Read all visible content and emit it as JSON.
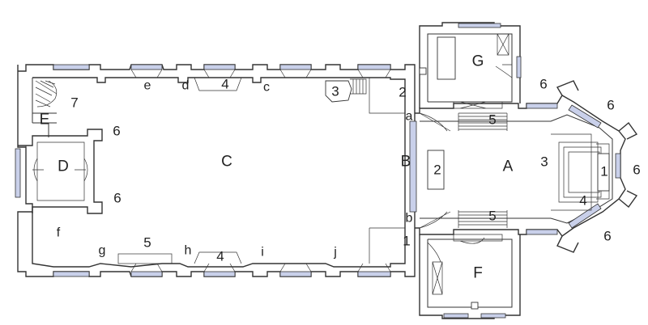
{
  "plan": {
    "rooms": {
      "A": "A",
      "B": "B",
      "C": "C",
      "D": "D",
      "E": "E",
      "F": "F",
      "G": "G"
    },
    "letters": {
      "a": "a",
      "b": "b",
      "c": "c",
      "d": "d",
      "e": "e",
      "f": "f",
      "g": "g",
      "h": "h",
      "i": "i",
      "j": "j"
    },
    "numbers": {
      "n1_chancel": "1",
      "n1_nave": "1",
      "n2_chancel": "2",
      "n2_nave": "2",
      "n3_chancel": "3",
      "n3_nave": "3",
      "n4_chancel": "4",
      "n4_nave_top": "4",
      "n4_nave_bottom": "4",
      "n5_chancel_top": "5",
      "n5_chancel_bottom": "5",
      "n5_nave": "5",
      "n6_top": "6",
      "n6_apse_top": "6",
      "n6_apse_right": "6",
      "n6_apse_bottom": "6",
      "n6_porch_top": "6",
      "n6_porch_bottom": "6",
      "n7": "7"
    },
    "colors": {
      "window": "#c9d0ea",
      "wall": "#333333",
      "background": "#ffffff"
    }
  }
}
